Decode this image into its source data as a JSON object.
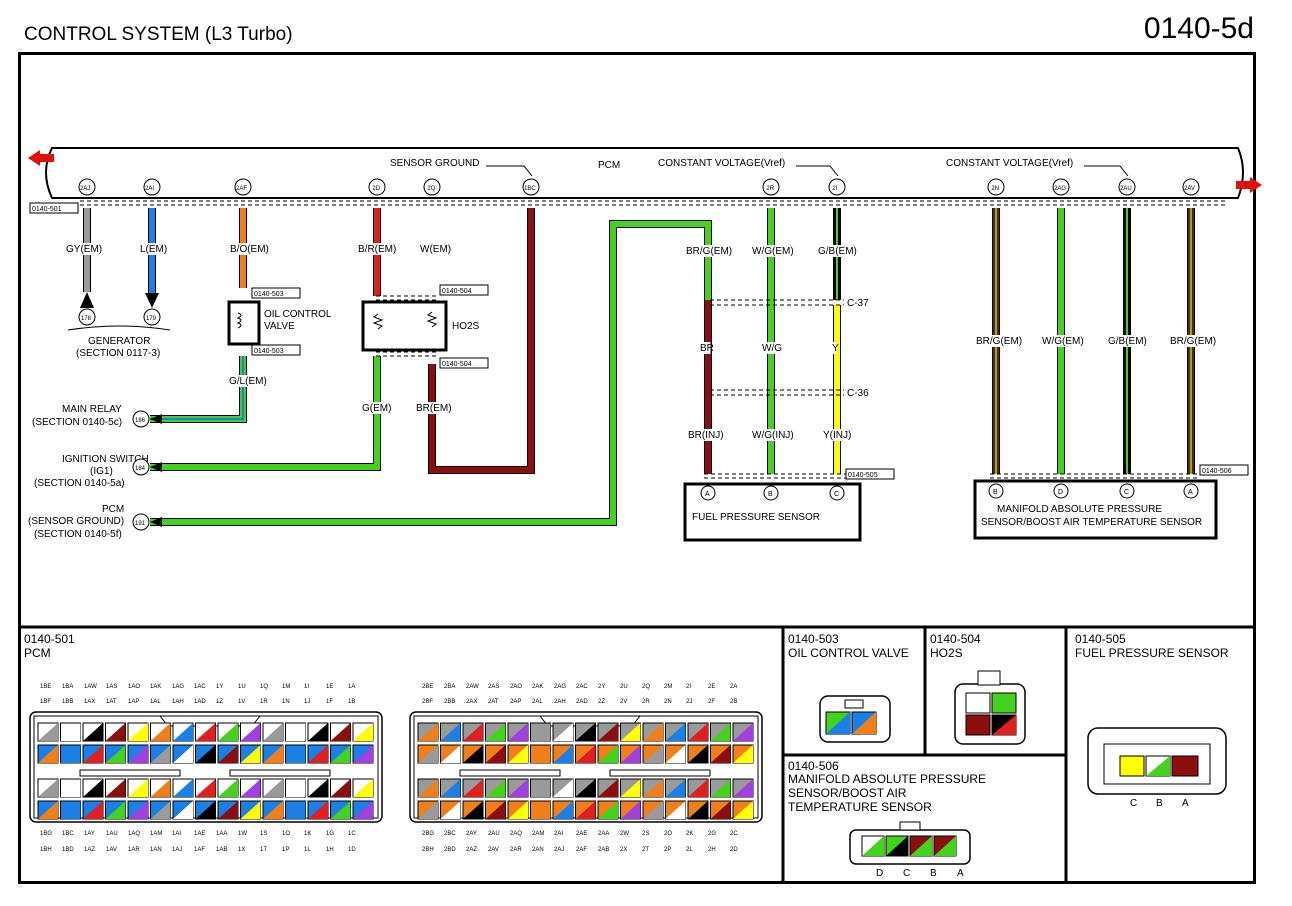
{
  "header": {
    "title": "CONTROL SYSTEM (L3 Turbo)",
    "page_id": "0140-5d"
  },
  "pcm_bus": {
    "label": "PCM",
    "sensor_ground": "SENSOR GROUND",
    "vref1": "CONSTANT VOLTAGE(Vref)",
    "vref2": "CONSTANT VOLTAGE(Vref)",
    "connector": "0140-501",
    "pins": [
      "2AJ",
      "2AI",
      "2AF",
      "2D",
      "2Q",
      "1BC",
      "2R",
      "2I",
      "2N",
      "2AG",
      "2AU",
      "2AV"
    ]
  },
  "wires": {
    "gy_em": "GY(EM)",
    "l_em": "L(EM)",
    "bo_em": "B/O(EM)",
    "br_em_top": "B/R(EM)",
    "w_em": "W(EM)",
    "brg_em_1": "BR/G(EM)",
    "wg_em_1": "W/G(EM)",
    "gb_em_1": "G/B(EM)",
    "br": "BR",
    "wg": "W/G",
    "y": "Y",
    "br_inj": "BR(INJ)",
    "wg_inj": "W/G(INJ)",
    "y_inj": "Y(INJ)",
    "brg_em_2": "BR/G(EM)",
    "wg_em_2": "W/G(EM)",
    "gb_em_2": "G/B(EM)",
    "brg_em_3": "BR/G(EM)",
    "gl_em": "G/L(EM)",
    "g_em": "G(EM)",
    "br_em_bottom": "BR(EM)"
  },
  "refs": {
    "r178": "178",
    "r179": "179",
    "r186": "186",
    "r184": "184",
    "r191": "191",
    "generator": "GENERATOR",
    "generator_sec": "(SECTION 0117-3)",
    "main_relay": "MAIN RELAY",
    "main_relay_sec": "(SECTION 0140-5c)",
    "ign_switch": "IGNITION SWITCH",
    "ign_ig1": "(IG1)",
    "ign_sec": "(SECTION 0140-5a)",
    "pcm": "PCM",
    "pcm_sg": "(SENSOR GROUND)",
    "pcm_sec": "(SECTION 0140-5f)"
  },
  "components": {
    "ocv_conn_top": "0140-503",
    "ocv_conn_bottom": "0140-503",
    "ocv_name1": "OIL CONTROL",
    "ocv_name2": "VALVE",
    "ho2s_conn_top": "0140-504",
    "ho2s_conn_bottom": "0140-504",
    "ho2s_name": "HO2S",
    "c37": "C-37",
    "c36": "C-36",
    "fps_conn": "0140-505",
    "fps_name": "FUEL PRESSURE SENSOR",
    "fps_pins": [
      "A",
      "B",
      "C"
    ],
    "map_conn": "0140-506",
    "map_name1": "MANIFOLD ABSOLUTE PRESSURE",
    "map_name2": "SENSOR/BOOST AIR TEMPERATURE SENSOR",
    "map_pins": [
      "B",
      "D",
      "C",
      "A"
    ]
  },
  "connector_views": {
    "pcm": {
      "id": "0140-501",
      "name": "PCM",
      "left_top1": [
        "1BE",
        "1BA",
        "1AW",
        "1AS",
        "1AO",
        "1AK",
        "1AG",
        "1AC",
        "1Y",
        "1U",
        "1Q",
        "1M",
        "1I",
        "1E",
        "1A"
      ],
      "left_top2": [
        "1BF",
        "1BB",
        "1AX",
        "1AT",
        "1AP",
        "1AL",
        "1AH",
        "1AD",
        "1Z",
        "1V",
        "1R",
        "1N",
        "1J",
        "1F",
        "1B"
      ],
      "left_bot1": [
        "1BG",
        "1BC",
        "1AY",
        "1AU",
        "1AQ",
        "1AM",
        "1AI",
        "1AE",
        "1AA",
        "1W",
        "1S",
        "1O",
        "1K",
        "1G",
        "1C"
      ],
      "left_bot2": [
        "1BH",
        "1BD",
        "1AZ",
        "1AV",
        "1AR",
        "1AN",
        "1AJ",
        "1AF",
        "1AB",
        "1X",
        "1T",
        "1P",
        "1L",
        "1H",
        "1D"
      ],
      "right_top1": [
        "2BE",
        "2BA",
        "2AW",
        "2AS",
        "2AO",
        "2AK",
        "2AG",
        "2AC",
        "2Y",
        "2U",
        "2Q",
        "2M",
        "2I",
        "2E",
        "2A"
      ],
      "right_top2": [
        "2BF",
        "2BB",
        "2AX",
        "2AT",
        "2AP",
        "2AL",
        "2AH",
        "2AD",
        "2Z",
        "2V",
        "2R",
        "2N",
        "2J",
        "2F",
        "2B"
      ],
      "right_bot1": [
        "2BG",
        "2BC",
        "2AY",
        "2AU",
        "2AQ",
        "2AM",
        "2AI",
        "2AE",
        "2AA",
        "2W",
        "2S",
        "2O",
        "2K",
        "2G",
        "2C"
      ],
      "right_bot2": [
        "2BH",
        "2BD",
        "2AZ",
        "2AV",
        "2AR",
        "2AN",
        "2AJ",
        "2AF",
        "2AB",
        "2X",
        "2T",
        "2P",
        "2L",
        "2H",
        "2D"
      ]
    },
    "ocv": {
      "id": "0140-503",
      "name": "OIL CONTROL VALVE"
    },
    "ho2s": {
      "id": "0140-504",
      "name": "HO2S"
    },
    "fps": {
      "id": "0140-505",
      "name": "FUEL PRESSURE SENSOR",
      "pin_labels": [
        "C",
        "B",
        "A"
      ]
    },
    "map": {
      "id": "0140-506",
      "name1": "MANIFOLD ABSOLUTE PRESSURE",
      "name2": "SENSOR/BOOST AIR",
      "name3": "TEMPERATURE SENSOR",
      "pin_labels": [
        "D",
        "C",
        "B",
        "A"
      ]
    }
  },
  "colors": {
    "gray": "#9a9a9a",
    "blue": "#1a7fe6",
    "orange": "#f07f1a",
    "red": "#e02020",
    "brown": "#8b0f0f",
    "green": "#44d21e",
    "yellow": "#ffff00",
    "black": "#000000"
  }
}
